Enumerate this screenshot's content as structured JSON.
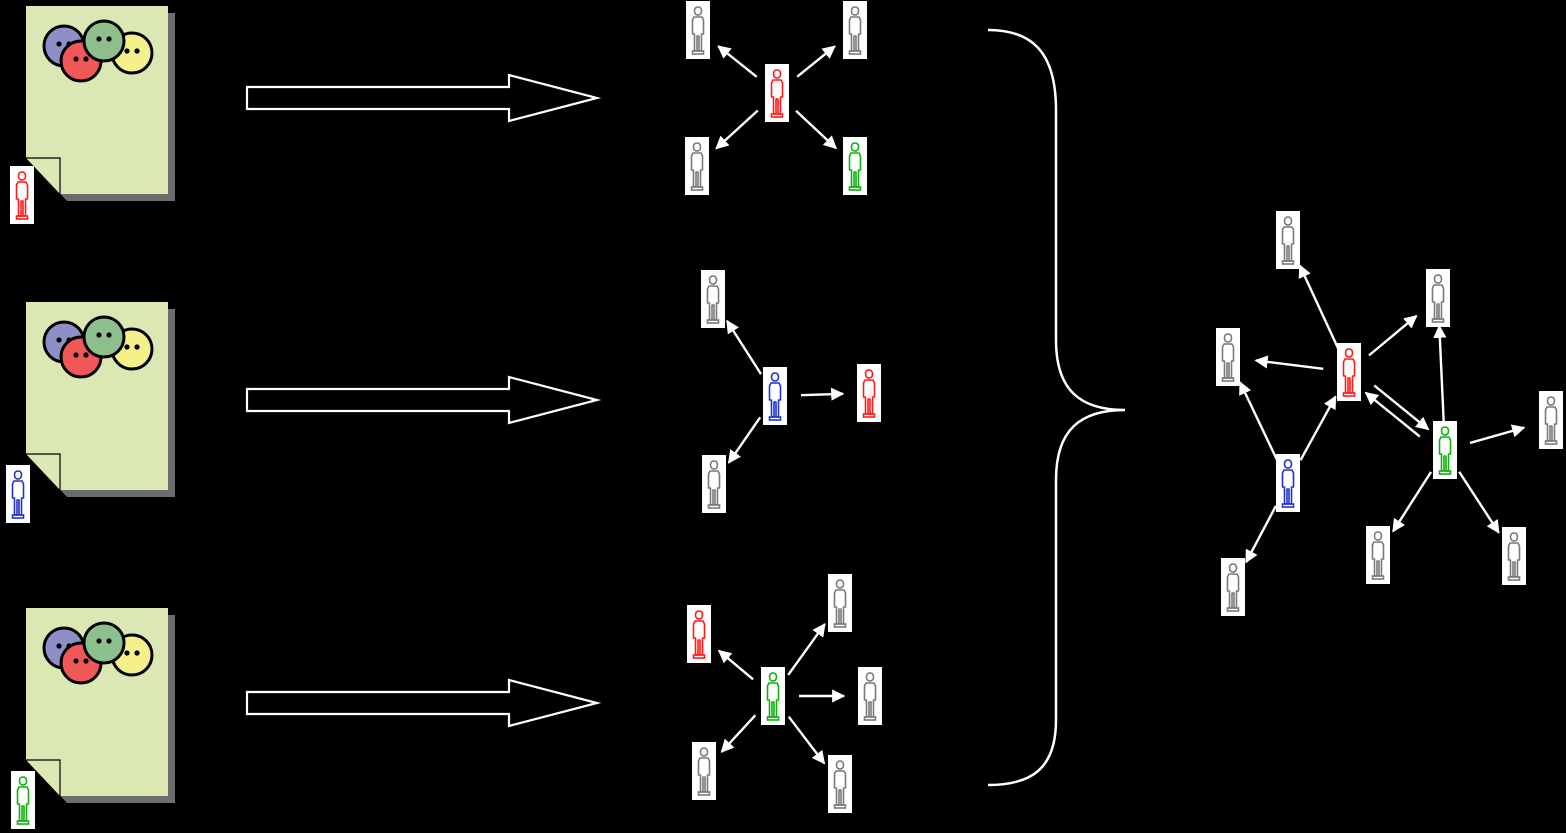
{
  "diagram": {
    "background": "#000000",
    "colors": {
      "red": "#ff1a1a",
      "blue": "#2233cc",
      "green": "#10b010",
      "gray": "#7a7a7a",
      "arrow": "#ffffff",
      "document_fill": "#dce8b4",
      "document_shadow": "#6d6d6d",
      "face_purple": "#8f8fc8",
      "face_red": "#f05858",
      "face_green": "#8ec08e",
      "face_yellow": "#f5f08a"
    },
    "documents": [
      {
        "owner": "red",
        "icon": "document-with-faces-icon"
      },
      {
        "owner": "blue",
        "icon": "document-with-faces-icon"
      },
      {
        "owner": "green",
        "icon": "document-with-faces-icon"
      }
    ],
    "ego_networks": [
      {
        "center": "red",
        "neighbors": [
          "gray",
          "gray",
          "gray",
          "green"
        ]
      },
      {
        "center": "blue",
        "neighbors": [
          "gray",
          "red",
          "gray"
        ]
      },
      {
        "center": "green",
        "neighbors": [
          "red",
          "gray",
          "gray",
          "gray",
          "gray"
        ]
      }
    ],
    "merged_network": {
      "nodes": [
        "red",
        "blue",
        "green",
        "gray",
        "gray",
        "gray",
        "gray",
        "gray",
        "gray",
        "gray",
        "gray"
      ],
      "edges": [
        [
          "red",
          "gray"
        ],
        [
          "red",
          "gray"
        ],
        [
          "red",
          "gray"
        ],
        [
          "red",
          "green"
        ],
        [
          "blue",
          "gray"
        ],
        [
          "blue",
          "red"
        ],
        [
          "blue",
          "gray"
        ],
        [
          "green",
          "red"
        ],
        [
          "green",
          "gray"
        ],
        [
          "green",
          "gray"
        ],
        [
          "green",
          "gray"
        ],
        [
          "green",
          "gray"
        ]
      ]
    }
  }
}
